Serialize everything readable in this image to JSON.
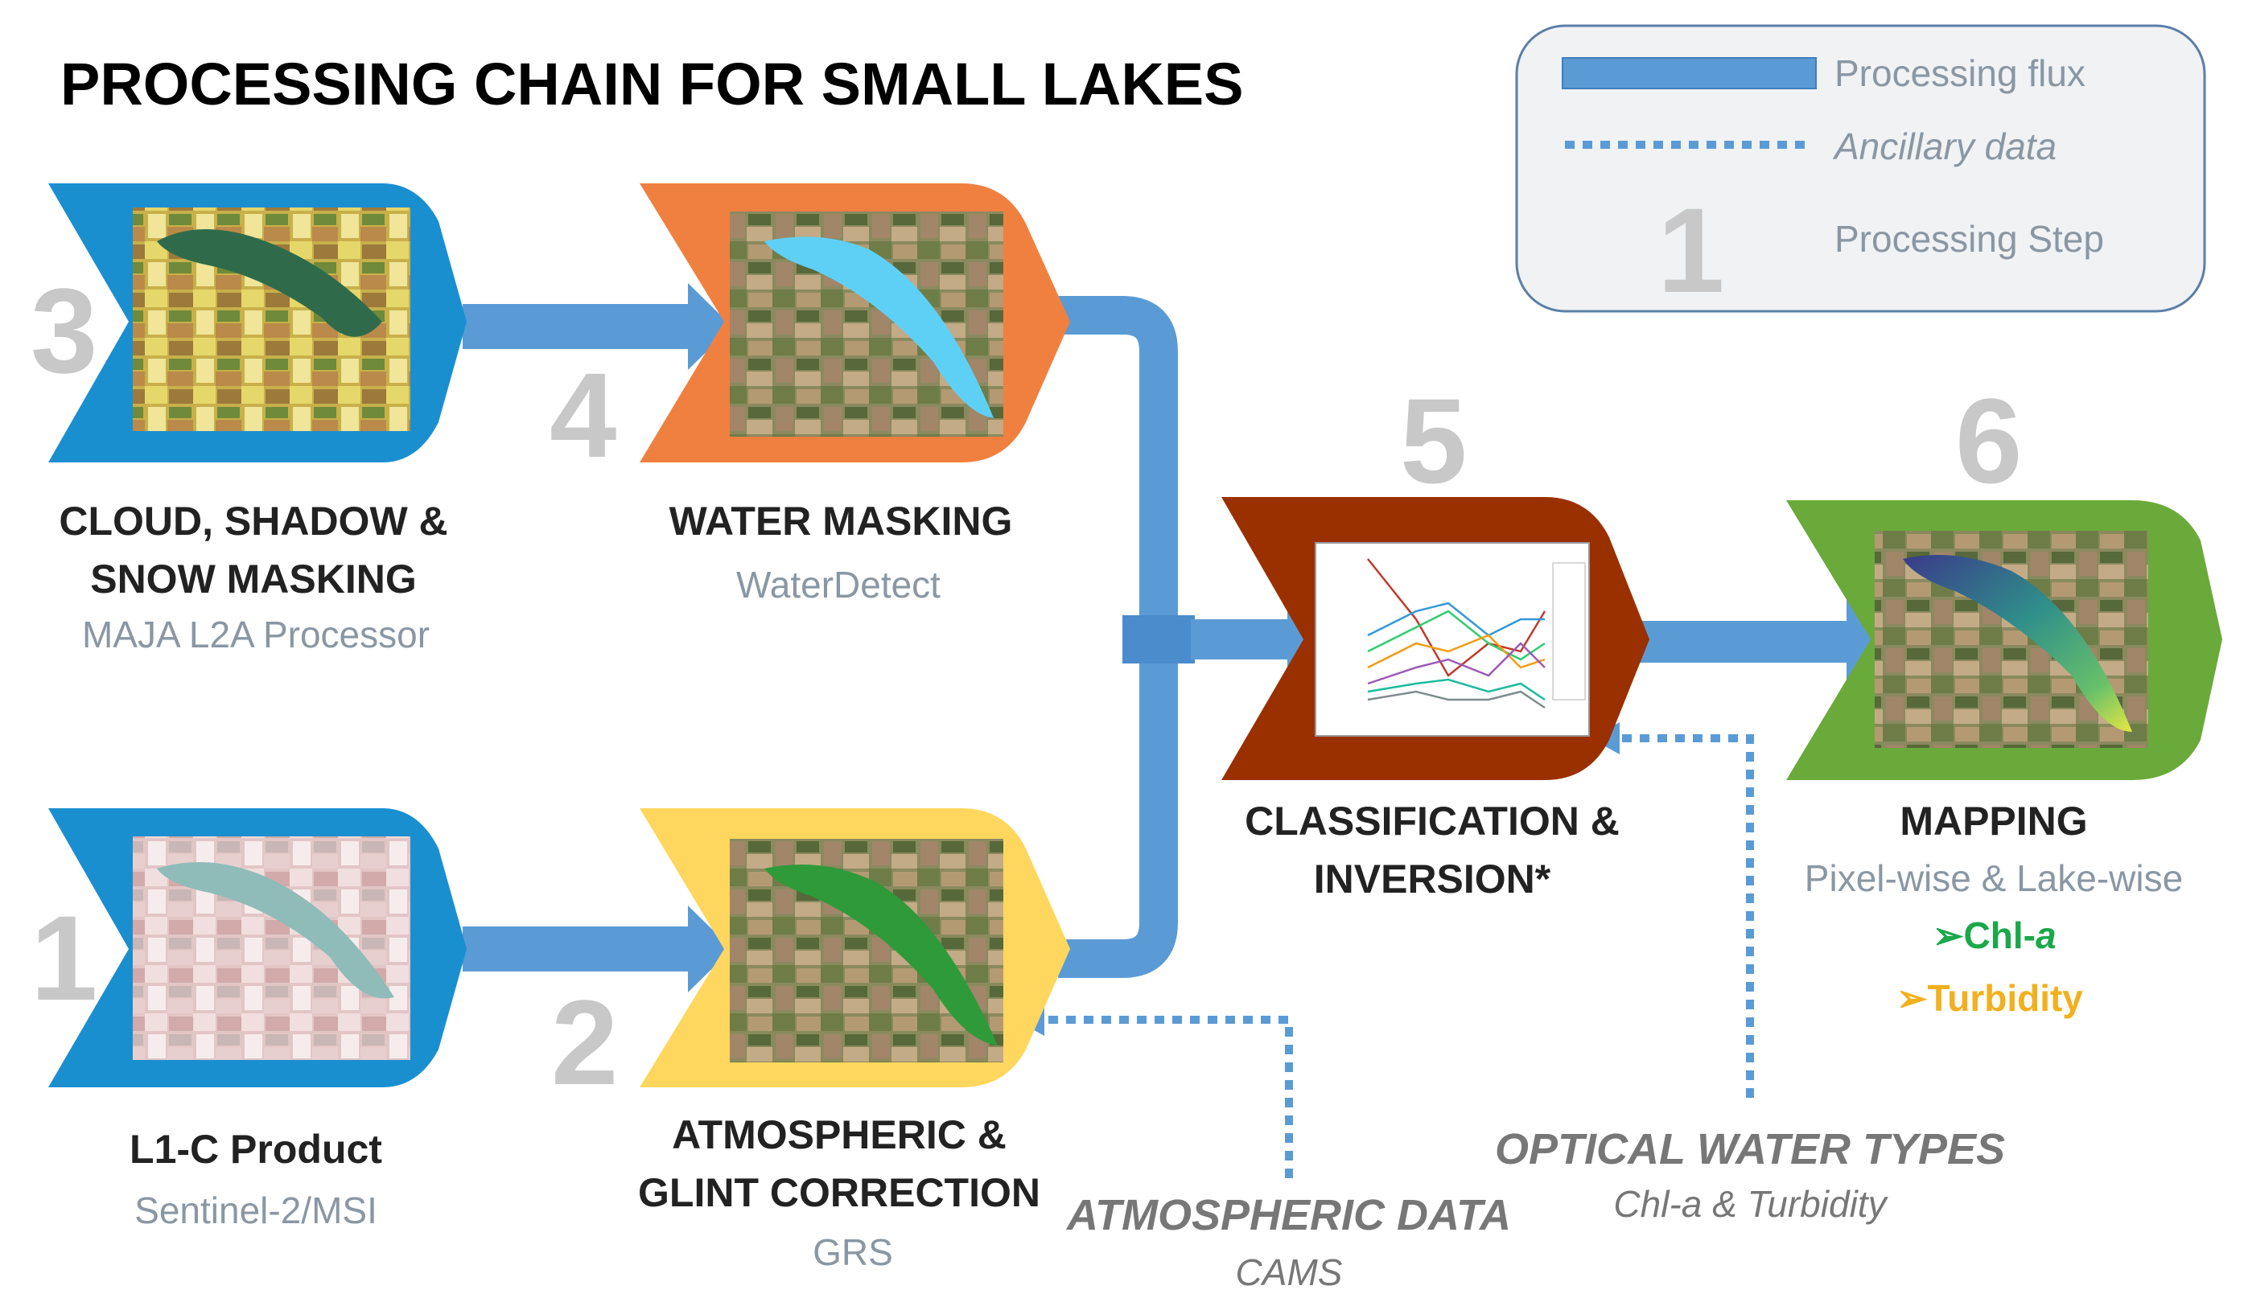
{
  "title": "PROCESSING CHAIN FOR SMALL LAKES",
  "legend": {
    "processing_flux": "Processing flux",
    "ancillary_data": "Ancillary data",
    "step_number": "1",
    "processing_step": "Processing Step"
  },
  "steps": [
    {
      "number": "3",
      "label_lines": [
        "CLOUD, SHADOW &",
        "SNOW MASKING"
      ],
      "sub": "MAJA L2A Processor",
      "color": "#1a8fd0"
    },
    {
      "number": "4",
      "label_lines": [
        "WATER MASKING"
      ],
      "sub": "WaterDetect",
      "color": "#f08040"
    },
    {
      "number": "1",
      "label_lines": [
        "L1-C Product"
      ],
      "sub": "Sentinel-2/MSI",
      "color": "#1a8fd0"
    },
    {
      "number": "2",
      "label_lines": [
        "ATMOSPHERIC &",
        "GLINT CORRECTION"
      ],
      "sub": "GRS",
      "color": "#ffd75e"
    },
    {
      "number": "5",
      "label_lines": [
        "CLASSIFICATION &",
        "INVERSION*"
      ],
      "sub": "",
      "color": "#9a3000"
    },
    {
      "number": "6",
      "label_lines": [
        "MAPPING"
      ],
      "sub": "Pixel-wise & Lake-wise",
      "color": "#6aaa3a"
    }
  ],
  "mapping_outputs": [
    "➢Chl-",
    "a",
    "➢Turbidity"
  ],
  "ancillary": [
    {
      "title": "ATMOSPHERIC DATA",
      "sub": "CAMS"
    },
    {
      "title": "OPTICAL WATER TYPES",
      "sub": "Chl-a & Turbidity"
    }
  ],
  "colors": {
    "flux": "#5b9bd5",
    "flux_dark": "#3f7fbf",
    "ancillary": "#5b9bd5",
    "number_gray": "#c8c8c8",
    "subtitle_gray": "#8a97a3",
    "chl_green": "#1aa84a",
    "turbidity_yellow": "#f2b01e"
  }
}
